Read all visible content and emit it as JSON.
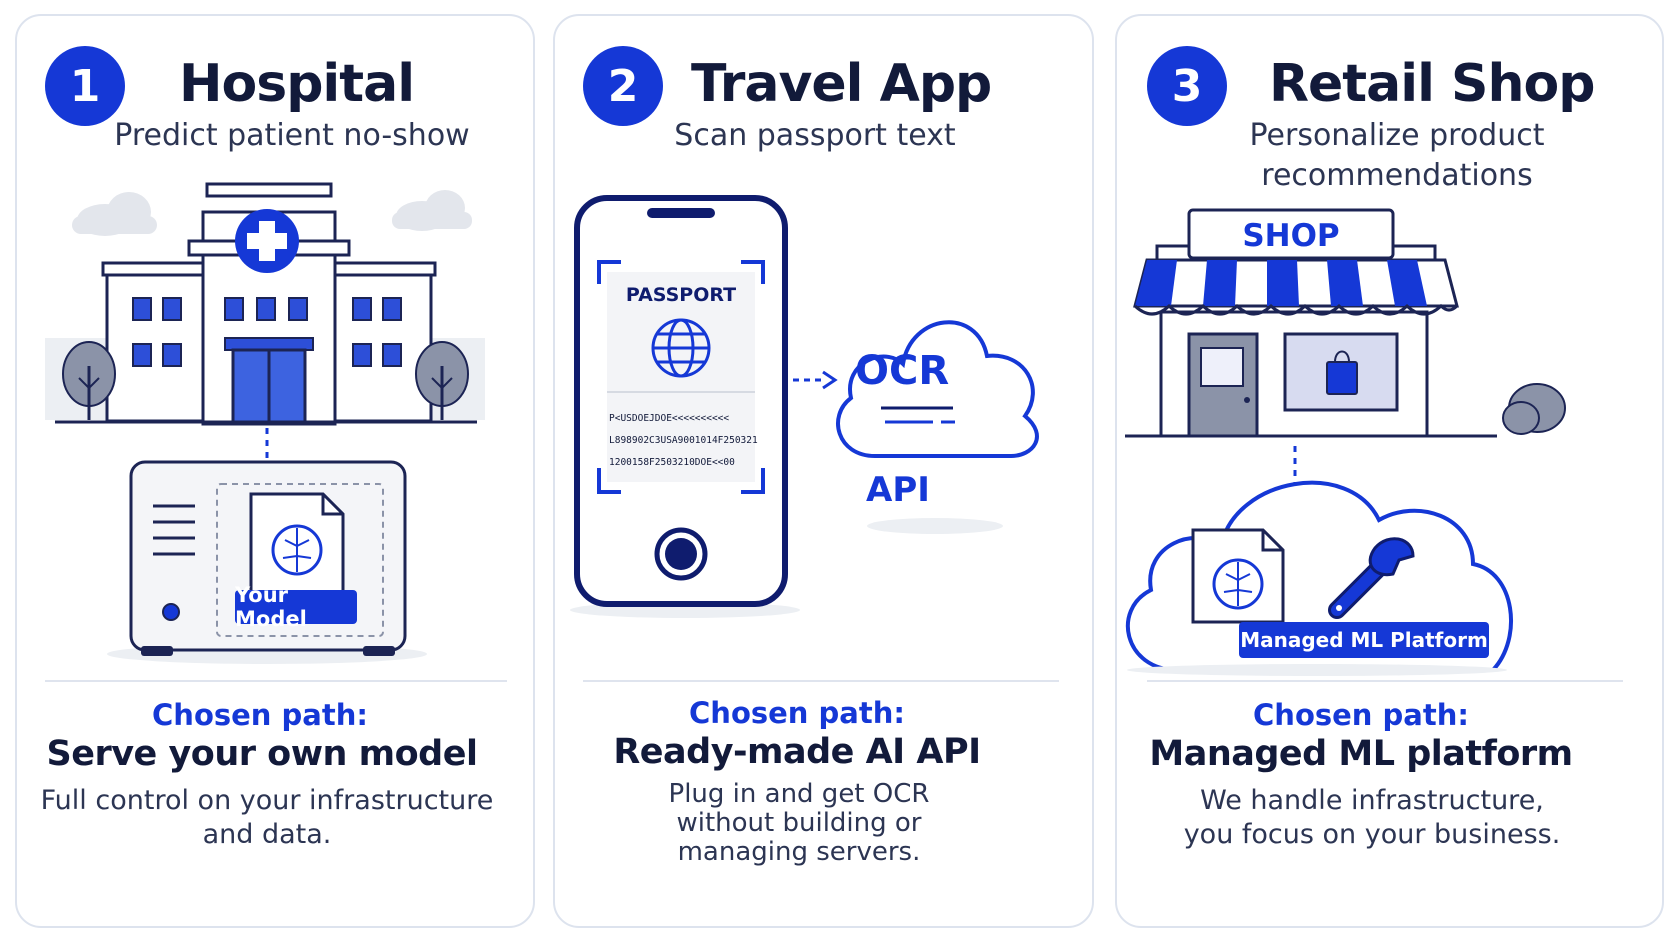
{
  "cards": [
    {
      "number": "1",
      "title": "Hospital",
      "subtitle": [
        "Predict patient no-show"
      ],
      "model_badge": "Your Model",
      "path_label": "Chosen path:",
      "path_name": "Serve your own model",
      "path_desc": [
        "Full control on your infrastructure",
        "and data."
      ]
    },
    {
      "number": "2",
      "title": "Travel App",
      "subtitle": [
        "Scan passport text"
      ],
      "passport_label": "PASSPORT",
      "mrz_lines": [
        "P<USDOEJDOE<<<<<<<<<<",
        "L898902C3USA9001014F250321",
        "1200158F2503210DOE<<00"
      ],
      "ocr_label": "OCR",
      "api_label": "API",
      "path_label": "Chosen path:",
      "path_name": "Ready-made AI API",
      "path_desc": [
        "Plug in and get OCR",
        "without building or",
        "managing servers."
      ]
    },
    {
      "number": "3",
      "title": "Retail Shop",
      "subtitle": [
        "Personalize product",
        "recommendations"
      ],
      "shop_sign": "SHOP",
      "platform_badge": "Managed ML Platform",
      "path_label": "Chosen path:",
      "path_name": "Managed ML platform",
      "path_desc": [
        "We handle infrastructure,",
        "you focus on your business."
      ]
    }
  ],
  "colors": {
    "accent": "#1538d6",
    "navy": "#0f1c6e",
    "heading": "#121a3a",
    "body_text": "#2c3553",
    "light_gray": "#e9ecf2",
    "border": "#dde3ee"
  }
}
